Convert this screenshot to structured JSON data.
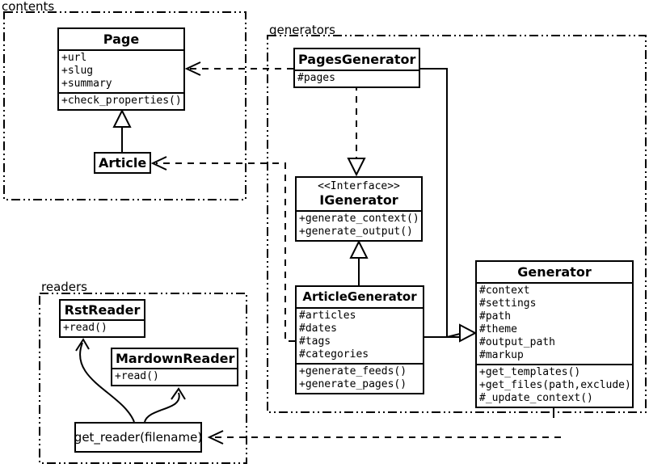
{
  "packages": {
    "contents": {
      "label": "contents"
    },
    "generators": {
      "label": "generators"
    },
    "readers": {
      "label": "readers"
    }
  },
  "classes": {
    "page": {
      "name": "Page",
      "attributes": [
        "+url",
        "+slug",
        "+summary"
      ],
      "methods": [
        "+check_properties()"
      ]
    },
    "article": {
      "name": "Article"
    },
    "pages_generator": {
      "name": "PagesGenerator",
      "attributes": [
        "#pages"
      ]
    },
    "igenerator": {
      "stereotype": "<<Interface>>",
      "name": "IGenerator",
      "methods": [
        "+generate_context()",
        "+generate_output()"
      ]
    },
    "article_generator": {
      "name": "ArticleGenerator",
      "attributes": [
        "#articles",
        "#dates",
        "#tags",
        "#categories"
      ],
      "methods": [
        "+generate_feeds()",
        "+generate_pages()"
      ]
    },
    "generator": {
      "name": "Generator",
      "attributes": [
        "#context",
        "#settings",
        "#path",
        "#theme",
        "#output_path",
        "#markup"
      ],
      "methods": [
        "+get_templates()",
        "+get_files(path,exclude)",
        "#_update_context()"
      ]
    },
    "rst_reader": {
      "name": "RstReader",
      "methods": [
        "+read()"
      ]
    },
    "mardown_reader": {
      "name": "MardownReader",
      "methods": [
        "+read()"
      ]
    },
    "get_reader": {
      "label": "get_reader(filename)"
    }
  },
  "relationships": [
    {
      "type": "generalization",
      "from": "Article",
      "to": "Page"
    },
    {
      "type": "dependency",
      "from": "PagesGenerator",
      "to": "Page"
    },
    {
      "type": "dependency",
      "from": "ArticleGenerator",
      "to": "Article"
    },
    {
      "type": "realization",
      "from": "PagesGenerator",
      "to": "IGenerator"
    },
    {
      "type": "generalization",
      "from": "ArticleGenerator",
      "to": "IGenerator"
    },
    {
      "type": "generalization",
      "from": "PagesGenerator",
      "to": "Generator"
    },
    {
      "type": "generalization",
      "from": "ArticleGenerator",
      "to": "Generator"
    },
    {
      "type": "dependency",
      "from": "Generator",
      "to": "get_reader(filename)"
    },
    {
      "type": "arrow",
      "from": "get_reader(filename)",
      "to": "RstReader"
    },
    {
      "type": "arrow",
      "from": "get_reader(filename)",
      "to": "MardownReader"
    }
  ],
  "colors": {
    "line": "#000000",
    "background": "#ffffff"
  }
}
